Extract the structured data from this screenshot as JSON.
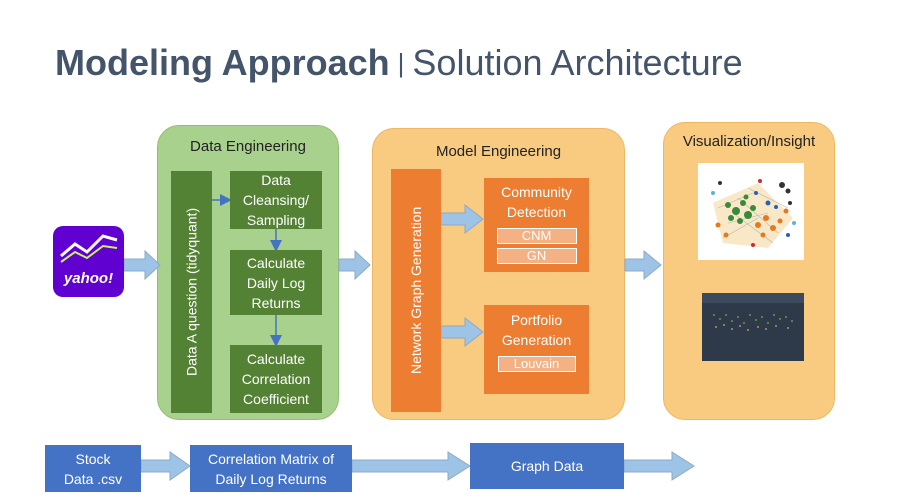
{
  "title": {
    "bold": "Modeling Approach",
    "separator": "|",
    "rest": "Solution Architecture"
  },
  "logo": {
    "text": "yahoo!",
    "icon": "yahoo-finance-chart-icon"
  },
  "data_engineering": {
    "title": "Data Engineering",
    "vertical_label": "Data A question (tidyquant)",
    "steps": [
      "Data Cleansing/ Sampling",
      "Calculate Daily Log Returns",
      "Calculate Correlation Coefficient"
    ]
  },
  "model_engineering": {
    "title": "Model Engineering",
    "vertical_label": "Network Graph Generation",
    "community": {
      "label": "Community Detection",
      "methods": [
        "CNM",
        "GN"
      ]
    },
    "portfolio": {
      "label": "Portfolio Generation",
      "methods": [
        "Louvain"
      ]
    }
  },
  "visualization": {
    "title": "Visualization/Insight"
  },
  "bottom_flow": [
    "Stock Data .csv",
    "Correlation Matrix of Daily Log Returns",
    "Graph Data"
  ],
  "colors": {
    "title": "#44546a",
    "green_panel": "#a9d18e",
    "green_box": "#548235",
    "orange_panel": "#f8cb80",
    "orange_box": "#ed7d31",
    "orange_pill": "#f4b183",
    "blue_box": "#4472c4",
    "arrow_fill": "#9dc3e6",
    "purple": "#6001d2"
  }
}
